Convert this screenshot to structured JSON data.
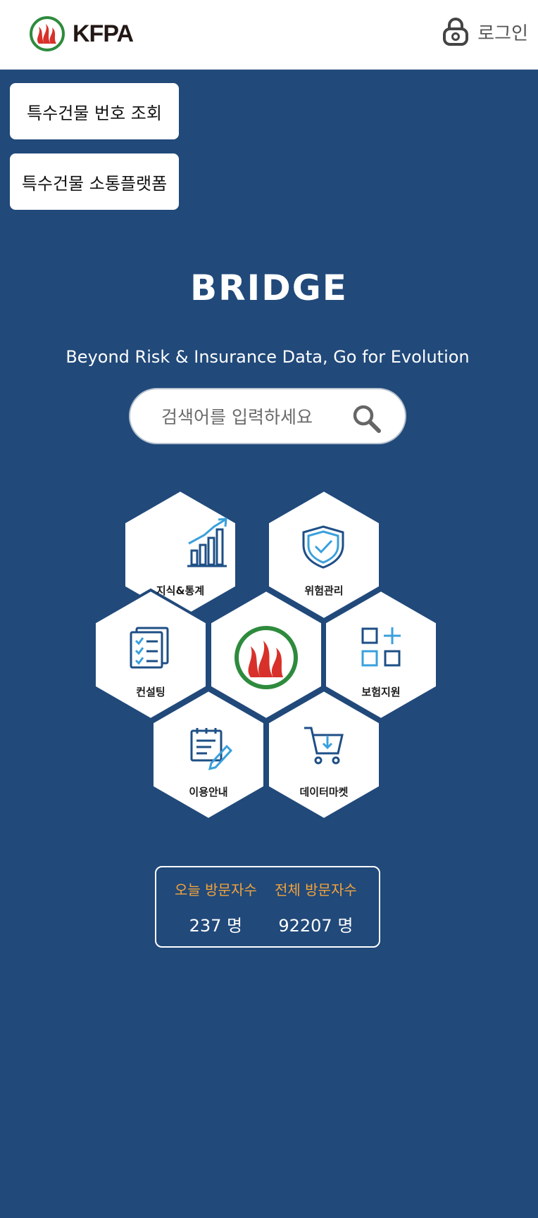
{
  "header": {
    "logo_text": "KFPA",
    "login_label": "로그인"
  },
  "side_buttons": {
    "building_lookup": "특수건물 번호 조회",
    "platform": "특수건물 소통플랫폼"
  },
  "hero": {
    "title": "BRIDGE",
    "subtitle": "Beyond Risk & Insurance Data, Go for Evolution"
  },
  "search": {
    "placeholder": "검색어를 입력하세요"
  },
  "menu": {
    "knowledge": "지식&통계",
    "risk": "위험관리",
    "consulting": "컨설팅",
    "insurance": "보험지원",
    "guide": "이용안내",
    "market": "데이터마켓"
  },
  "stats": {
    "today_label": "오늘 방문자수",
    "today_value": "237 명",
    "total_label": "전체 방문자수",
    "total_value": "92207 명"
  },
  "colors": {
    "background": "#21497a",
    "accent": "#f3a43a",
    "icon_blue": "#1e4f86",
    "icon_light": "#3aa0dc",
    "logo_red": "#d8312b",
    "logo_green": "#2e8b3d"
  }
}
